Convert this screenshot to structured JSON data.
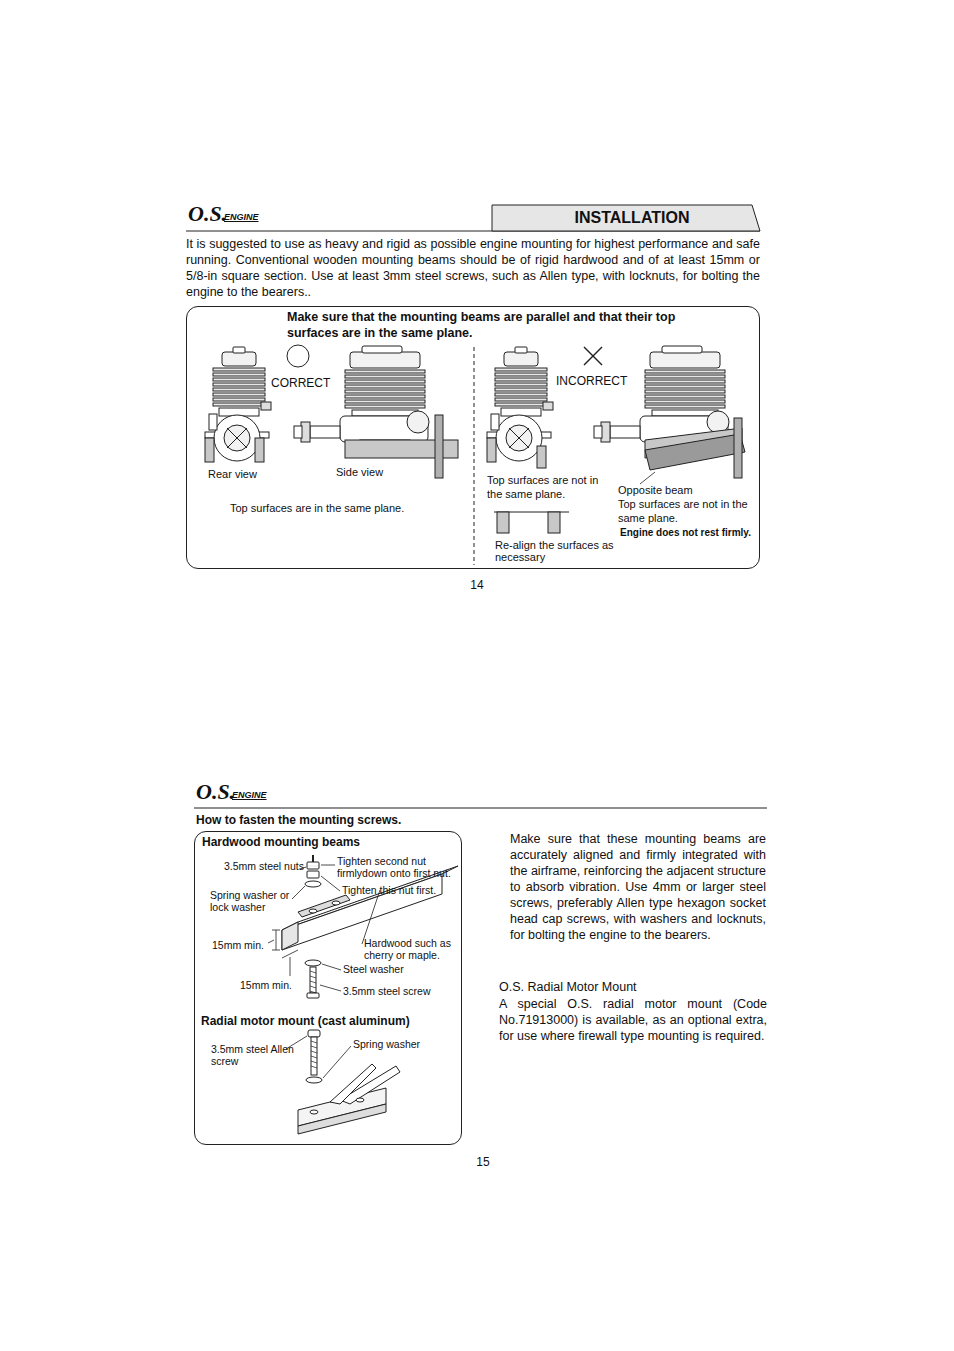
{
  "diagram": {
    "nodes": [
      {
        "text": [
          "INSTALLATION"
        ]
      },
      {
        "text": [
          "Make sure that the mounting beams are parallel and that their top surfaces are in the same plane."
        ]
      },
      {
        "text": [
          "Hardwood mounting beams",
          "Radial motor mount (cast aluminum)"
        ]
      }
    ],
    "labels": [
      "O.S.",
      "ENGINE",
      "It is suggested to use as heavy and rigid as possible engine mounting for highest performance and safe running. Conventional wooden mounting beams should be of rigid hardwood and of at least 15mm or 5/8-in square section. Use at least 3mm steel screws, such as Allen type, with locknuts, for bolting the engine to the bearers..",
      "CORRECT",
      "INCORRECT",
      "Rear view",
      "Side view",
      "Top surfaces are in the same plane.",
      "Top surfaces are not in the same plane.",
      "Re-align the surfaces as necessary",
      "Opposite beam",
      "Top surfaces are not in the same plane.",
      "Engine does not rest firmly.",
      "14",
      "O.S.",
      "ENGINE",
      "How to fasten the mounting screws.",
      "3.5mm steel nuts",
      "Tighten second nut firmlydown onto first nut.",
      "Tighten this nut first.",
      "Spring washer or lock washer",
      "15mm min.",
      "Hardwood such as cherry or maple.",
      "Steel washer",
      "15mm min.",
      "3.5mm steel screw",
      "3.5mm steel Allen screw",
      "Spring washer",
      "Make sure that these mounting beams are accurately aligned and firmly integrated with the airframe, reinforcing the adjacent structure to absorb vibration. Use 4mm or larger steel screws, preferably Allen type hexagon socket head cap screws, with washers and locknuts, for bolting the engine to the bearers.",
      "O.S. Radial Motor Mount",
      "A special O.S. radial motor mount (Code No.71913000) is available, as an optional extra, for use where firewall type mounting is required.",
      "15"
    ]
  }
}
